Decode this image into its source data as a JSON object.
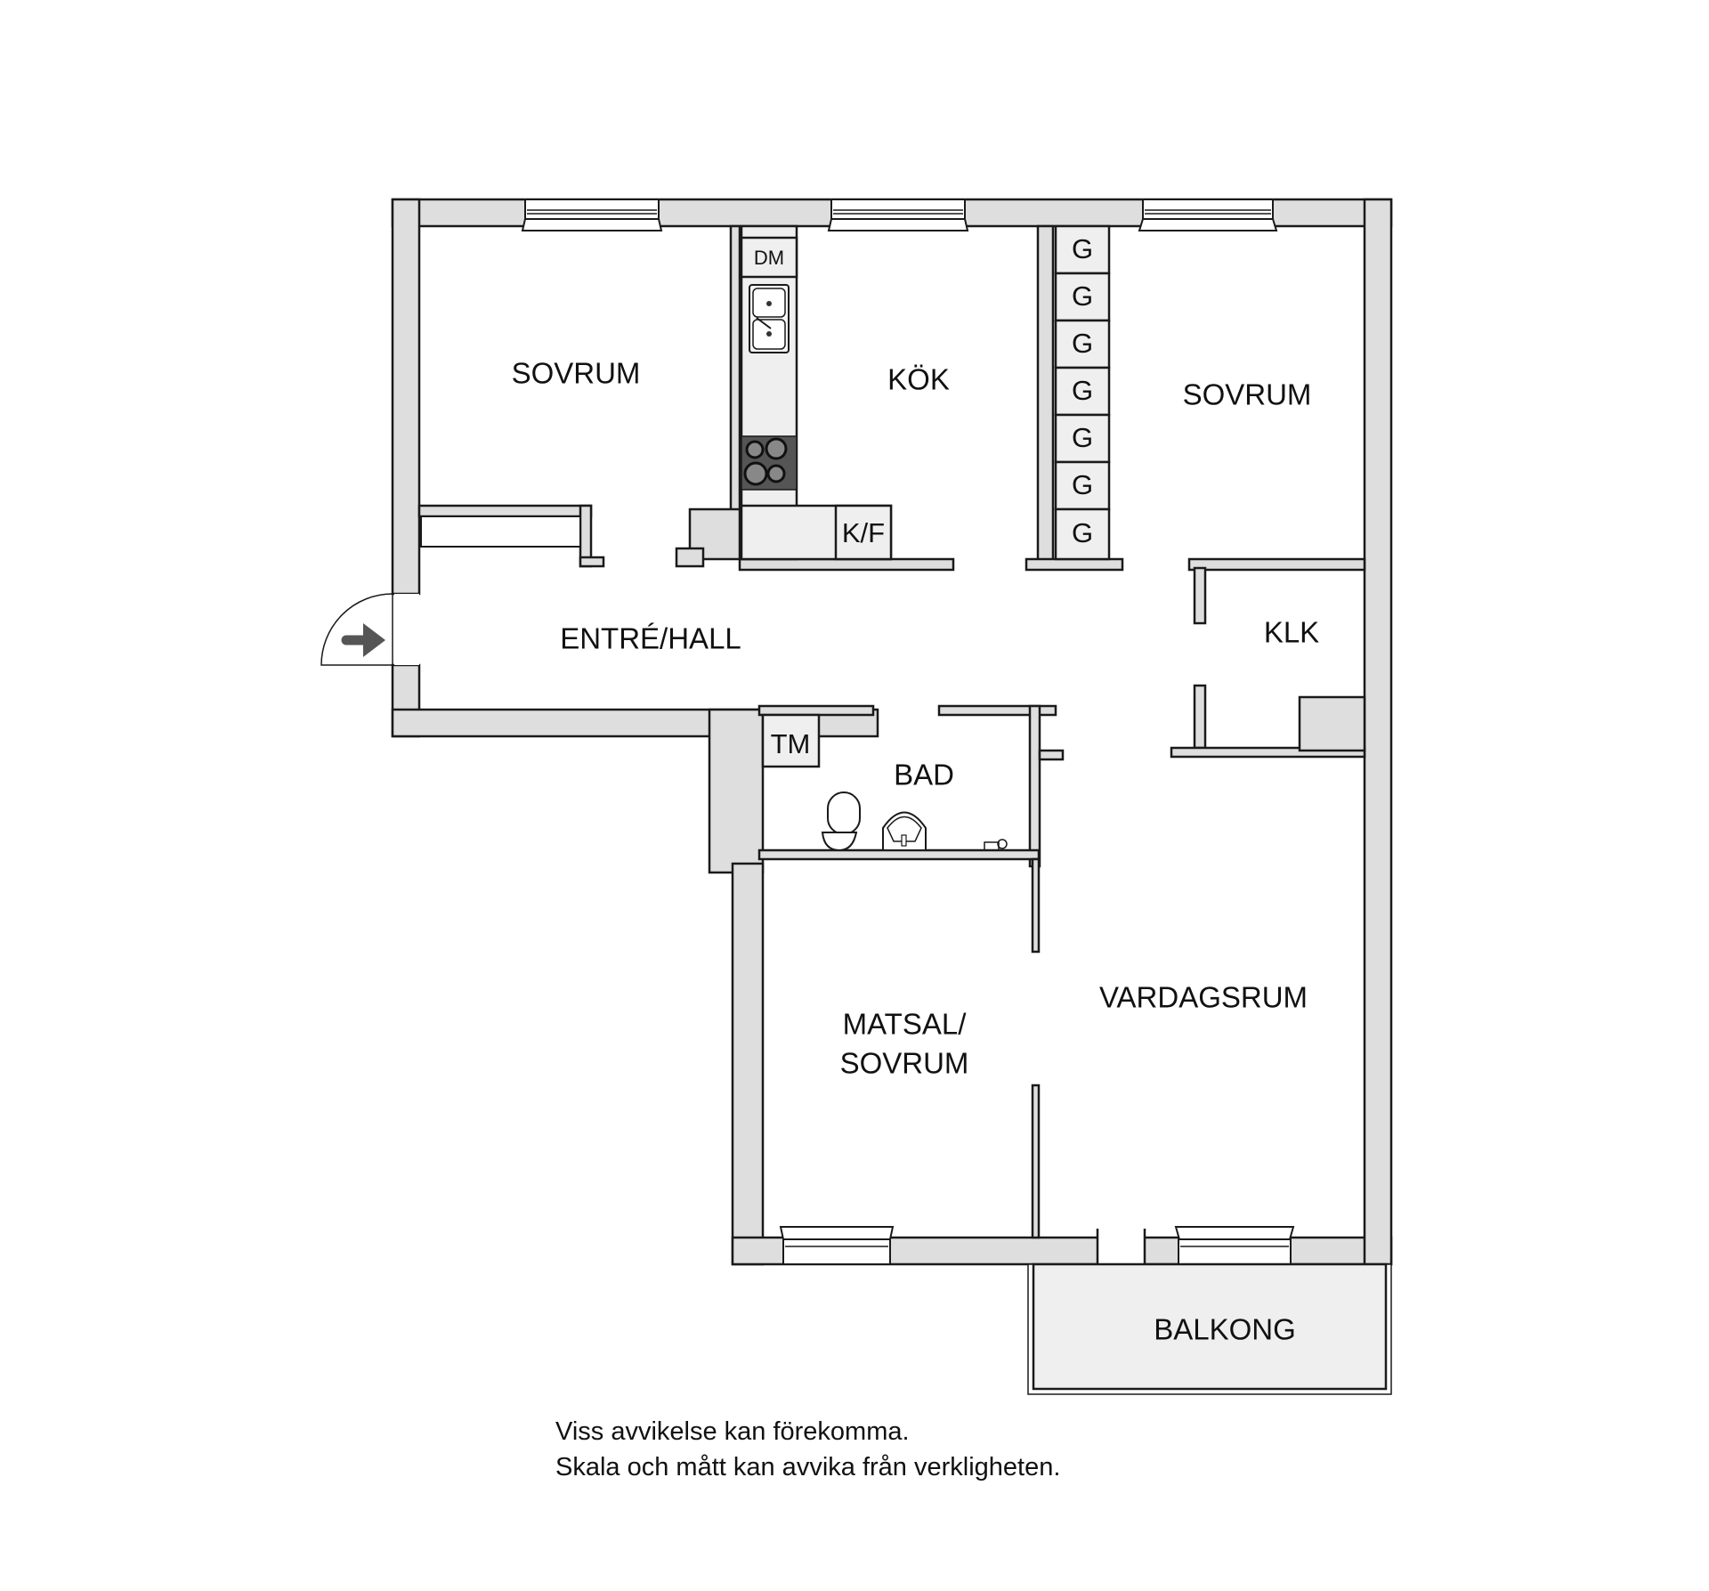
{
  "floorplan": {
    "rooms": {
      "sovrum_left": "SOVRUM",
      "kok": "KÖK",
      "sovrum_right": "SOVRUM",
      "entre_hall": "ENTRÉ/HALL",
      "klk": "KLK",
      "bad": "BAD",
      "matsal_line1": "MATSAL/",
      "matsal_line2": "SOVRUM",
      "vardagsrum": "VARDAGSRUM",
      "balkong": "BALKONG"
    },
    "fixtures": {
      "dm": "DM",
      "kf": "K/F",
      "tm": "TM",
      "wardrobe": [
        "G",
        "G",
        "G",
        "G",
        "G",
        "G",
        "G"
      ]
    },
    "icons": {
      "entry": "entry-arrow-icon",
      "sink": "kitchen-sink-icon",
      "stove": "stove-icon",
      "toilet": "toilet-icon",
      "washbasin": "washbasin-icon",
      "shower": "shower-icon"
    },
    "colors": {
      "wall": "#dedede",
      "fixture": "#efefef",
      "stove": "#555555",
      "arrow": "#555555",
      "stroke": "#1a1a1a"
    }
  },
  "disclaimer": {
    "line1": "Viss avvikelse kan förekomma.",
    "line2": "Skala och mått kan avvika från verkligheten."
  }
}
